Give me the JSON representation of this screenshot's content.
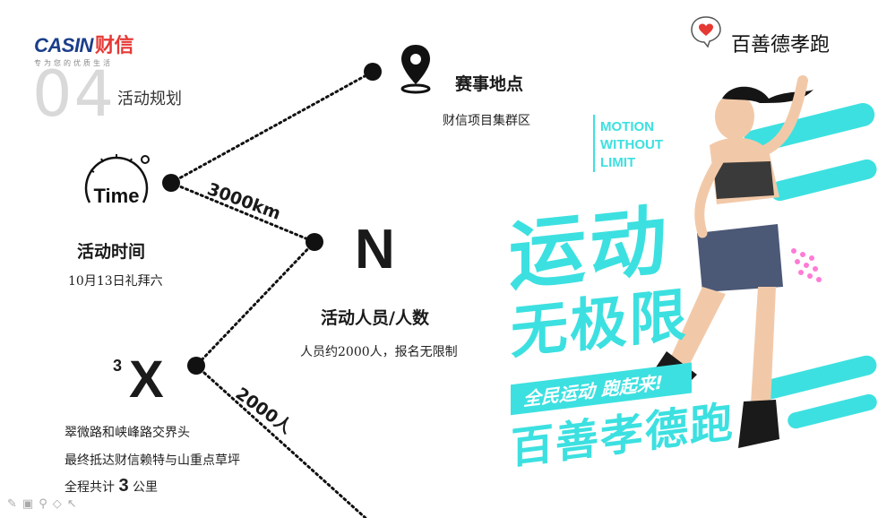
{
  "header": {
    "logo_brand": "CASIN",
    "logo_cn": "财信",
    "logo_slogan": "专为您的优质生活",
    "section_number": "04",
    "section_title": "活动规划",
    "title_right": "百善德孝跑"
  },
  "nodes": {
    "venue": {
      "heading": "赛事地点",
      "text": "财信项目集群区"
    },
    "time": {
      "icon_label": "Time",
      "heading": "活动时间",
      "text": "10月13日礼拜六"
    },
    "people": {
      "symbol": "N",
      "heading": "活动人员/人数",
      "text": "人员约2000人，报名无限制"
    },
    "route": {
      "symbol": "X",
      "superscript": "3",
      "line1": "翠微路和峡峰路交界头",
      "line2": "最终抵达财信赖特与山重点草坪",
      "line3_prefix": "全程共计",
      "line3_number": "3",
      "line3_suffix": "公里"
    }
  },
  "distances": {
    "d1": "3000km",
    "d2": "2000人"
  },
  "poster": {
    "motion_lines": [
      "MOTION",
      "WITHOUT",
      "LIMIT"
    ],
    "main_line1": "运动",
    "main_line2": "无极限",
    "banner": "全民运动 跑起来!",
    "bottom": "百善孝德跑"
  },
  "colors": {
    "accent": "#3de0e0",
    "dark_text": "#1a1a1a",
    "logo_blue": "#1b3e8a",
    "logo_red": "#e53935"
  },
  "icons": [
    "map-pin-icon",
    "clock-icon",
    "heart-badge-icon"
  ]
}
